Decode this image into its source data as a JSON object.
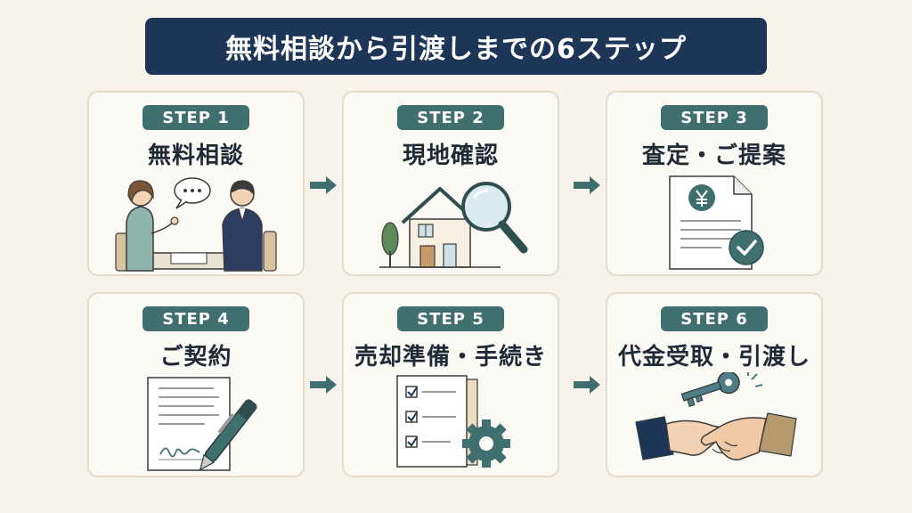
{
  "title": "無料相談から引渡しまでの6ステップ",
  "steps": [
    {
      "badge": "STEP 1",
      "title": "無料相談",
      "icon": "consultation-people-icon"
    },
    {
      "badge": "STEP 2",
      "title": "現地確認",
      "icon": "house-magnifier-icon"
    },
    {
      "badge": "STEP 3",
      "title": "査定・ご提案",
      "icon": "yen-document-check-icon"
    },
    {
      "badge": "STEP 4",
      "title": "ご契約",
      "icon": "contract-pen-icon"
    },
    {
      "badge": "STEP 5",
      "title": "売却準備・手続き",
      "icon": "checklist-gear-icon"
    },
    {
      "badge": "STEP 6",
      "title": "代金受取・引渡し",
      "icon": "key-handshake-icon"
    }
  ],
  "colors": {
    "title_bg": "#1d3557",
    "badge_bg": "#3f6f6f",
    "arrow": "#3f6f6f",
    "card_bg": "#fbf9f3",
    "page_bg": "#f7f3ea"
  }
}
